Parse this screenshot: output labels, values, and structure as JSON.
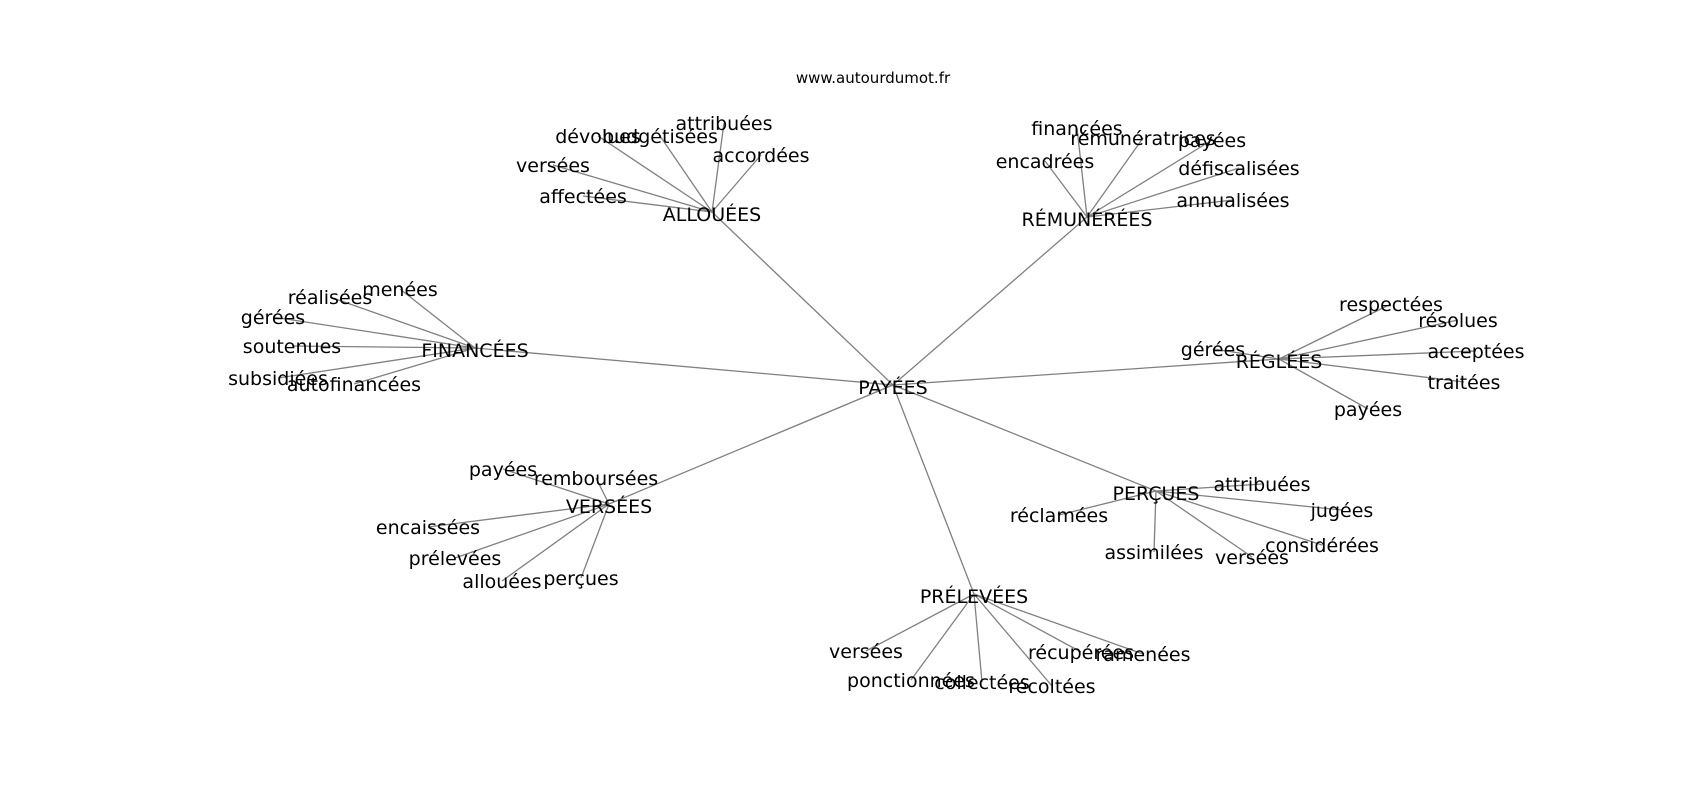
{
  "header": {
    "site": "www.autourdumot.fr"
  },
  "graph": {
    "center": "PAYÉES",
    "clusters": [
      {
        "label": "ALLOUÉES",
        "words": [
          "attribuées",
          "dévolues",
          "budgétisées",
          "accordées",
          "versées",
          "affectées"
        ]
      },
      {
        "label": "RÉMUNÉRÉES",
        "words": [
          "financées",
          "rémunératrices",
          "payées",
          "encadrées",
          "défiscalisées",
          "annualisées"
        ]
      },
      {
        "label": "FINANCÉES",
        "words": [
          "menées",
          "réalisées",
          "gérées",
          "soutenues",
          "subsidiées",
          "autofinancées"
        ]
      },
      {
        "label": "RÉGLÉES",
        "words": [
          "respectées",
          "résolues",
          "gérées",
          "acceptées",
          "traitées",
          "payées"
        ]
      },
      {
        "label": "VERSÉES",
        "words": [
          "payées",
          "remboursées",
          "encaissées",
          "prélevées",
          "allouées",
          "perçues"
        ]
      },
      {
        "label": "PERÇUES",
        "words": [
          "attribuées",
          "réclamées",
          "jugées",
          "considérées",
          "assimilées",
          "versées"
        ]
      },
      {
        "label": "PRÉLEVÉES",
        "words": [
          "versées",
          "récupérées",
          "ramenées",
          "ponctionnées",
          "collectées",
          "récoltées"
        ]
      }
    ]
  }
}
